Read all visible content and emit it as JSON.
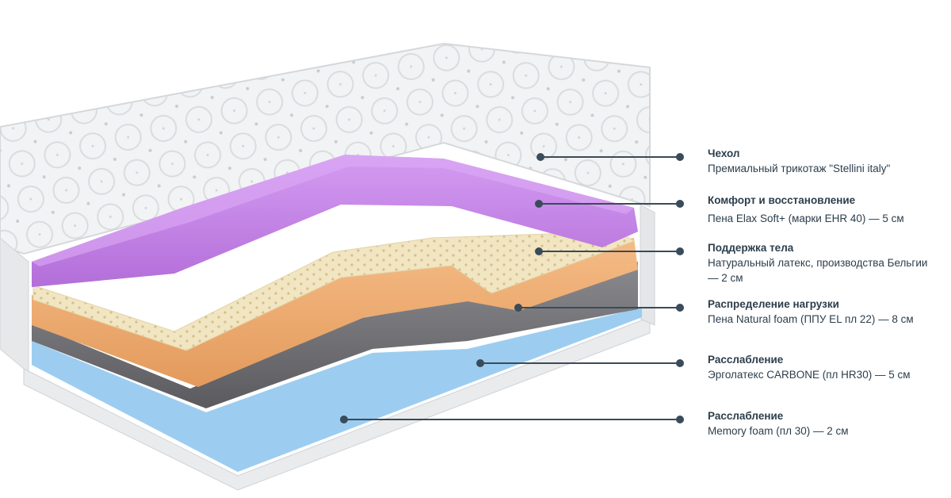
{
  "colors": {
    "line": "#3a4b59",
    "cover": "#f0f1f2",
    "purple": "#c283e6",
    "latex": "#f1e5c2",
    "orange": "#eda970",
    "gray": "#6e6e72",
    "blue": "#a3d2f2"
  },
  "layers": [
    {
      "icon": "fabric-cover-icon",
      "title": "Чехол",
      "desc": "Премиальный трикотаж \"Stellini italy\""
    },
    {
      "icon": "comfort-foam-layer",
      "title": "Комфорт и восстановление",
      "desc": "Пена Elax Soft+ (марки EHR 40) — 5 см"
    },
    {
      "icon": "latex-layer",
      "title": "Поддержка тела",
      "desc": "Натуральный латекс, производства Бельгии — 2 см"
    },
    {
      "icon": "natural-foam-layer",
      "title": "Распределение нагрузки",
      "desc": "Пена Natural foam (ППУ EL пл 22) — 8 см"
    },
    {
      "icon": "ergolatex-layer",
      "title": "Расслабление",
      "desc": "Эрголатекс CARBONE (пл HR30) — 5 см"
    },
    {
      "icon": "memory-foam-layer",
      "title": "Расслабление",
      "desc": "Memory foam (пл 30) — 2 см"
    }
  ]
}
